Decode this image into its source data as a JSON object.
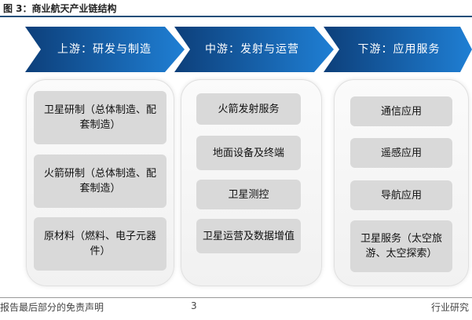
{
  "figure": {
    "title": "图 3：商业航天产业链结构"
  },
  "colors": {
    "chevron_start": "#0d3f7a",
    "chevron_end": "#1f7fd4",
    "card": "#d9d9d9"
  },
  "stages": [
    {
      "label": "上游：研发与制造",
      "items": [
        "卫星研制（总体制造、配套制造）",
        "火箭研制（总体制造、配套制造）",
        "原材料（燃料、电子元器件）"
      ]
    },
    {
      "label": "中游：发射与运营",
      "items": [
        "火箭发射服务",
        "地面设备及终端",
        "卫星测控",
        "卫星运营及数据增值"
      ]
    },
    {
      "label": "下游：应用服务",
      "items": [
        "通信应用",
        "遥感应用",
        "导航应用",
        "卫星服务（太空旅游、太空探索）"
      ]
    }
  ],
  "footer": {
    "left": "报告最后部分的免责声明",
    "page": "3",
    "right": "行业研究"
  }
}
